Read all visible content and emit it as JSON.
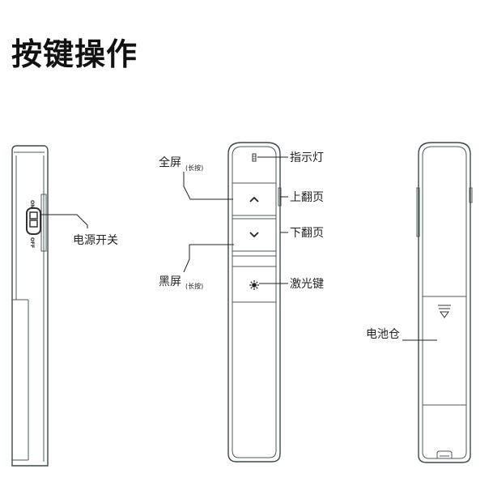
{
  "title": "按键操作",
  "labels": {
    "fullscreen": "全屏",
    "fullscreen_hint": "(长按)",
    "blackscreen": "黑屏",
    "blackscreen_hint": "(长按)",
    "indicator": "指示灯",
    "page_up": "上翻页",
    "page_down": "下翻页",
    "laser": "激光键",
    "power_switch": "电源开关",
    "battery": "电池仓"
  },
  "switch": {
    "on": "ON",
    "off": "OFF"
  },
  "icons": {
    "up": "chevron-up-icon",
    "down": "chevron-down-icon",
    "laser": "sun-icon",
    "indicator": "led-icon",
    "battery_cover": "down-triangle-icon"
  }
}
